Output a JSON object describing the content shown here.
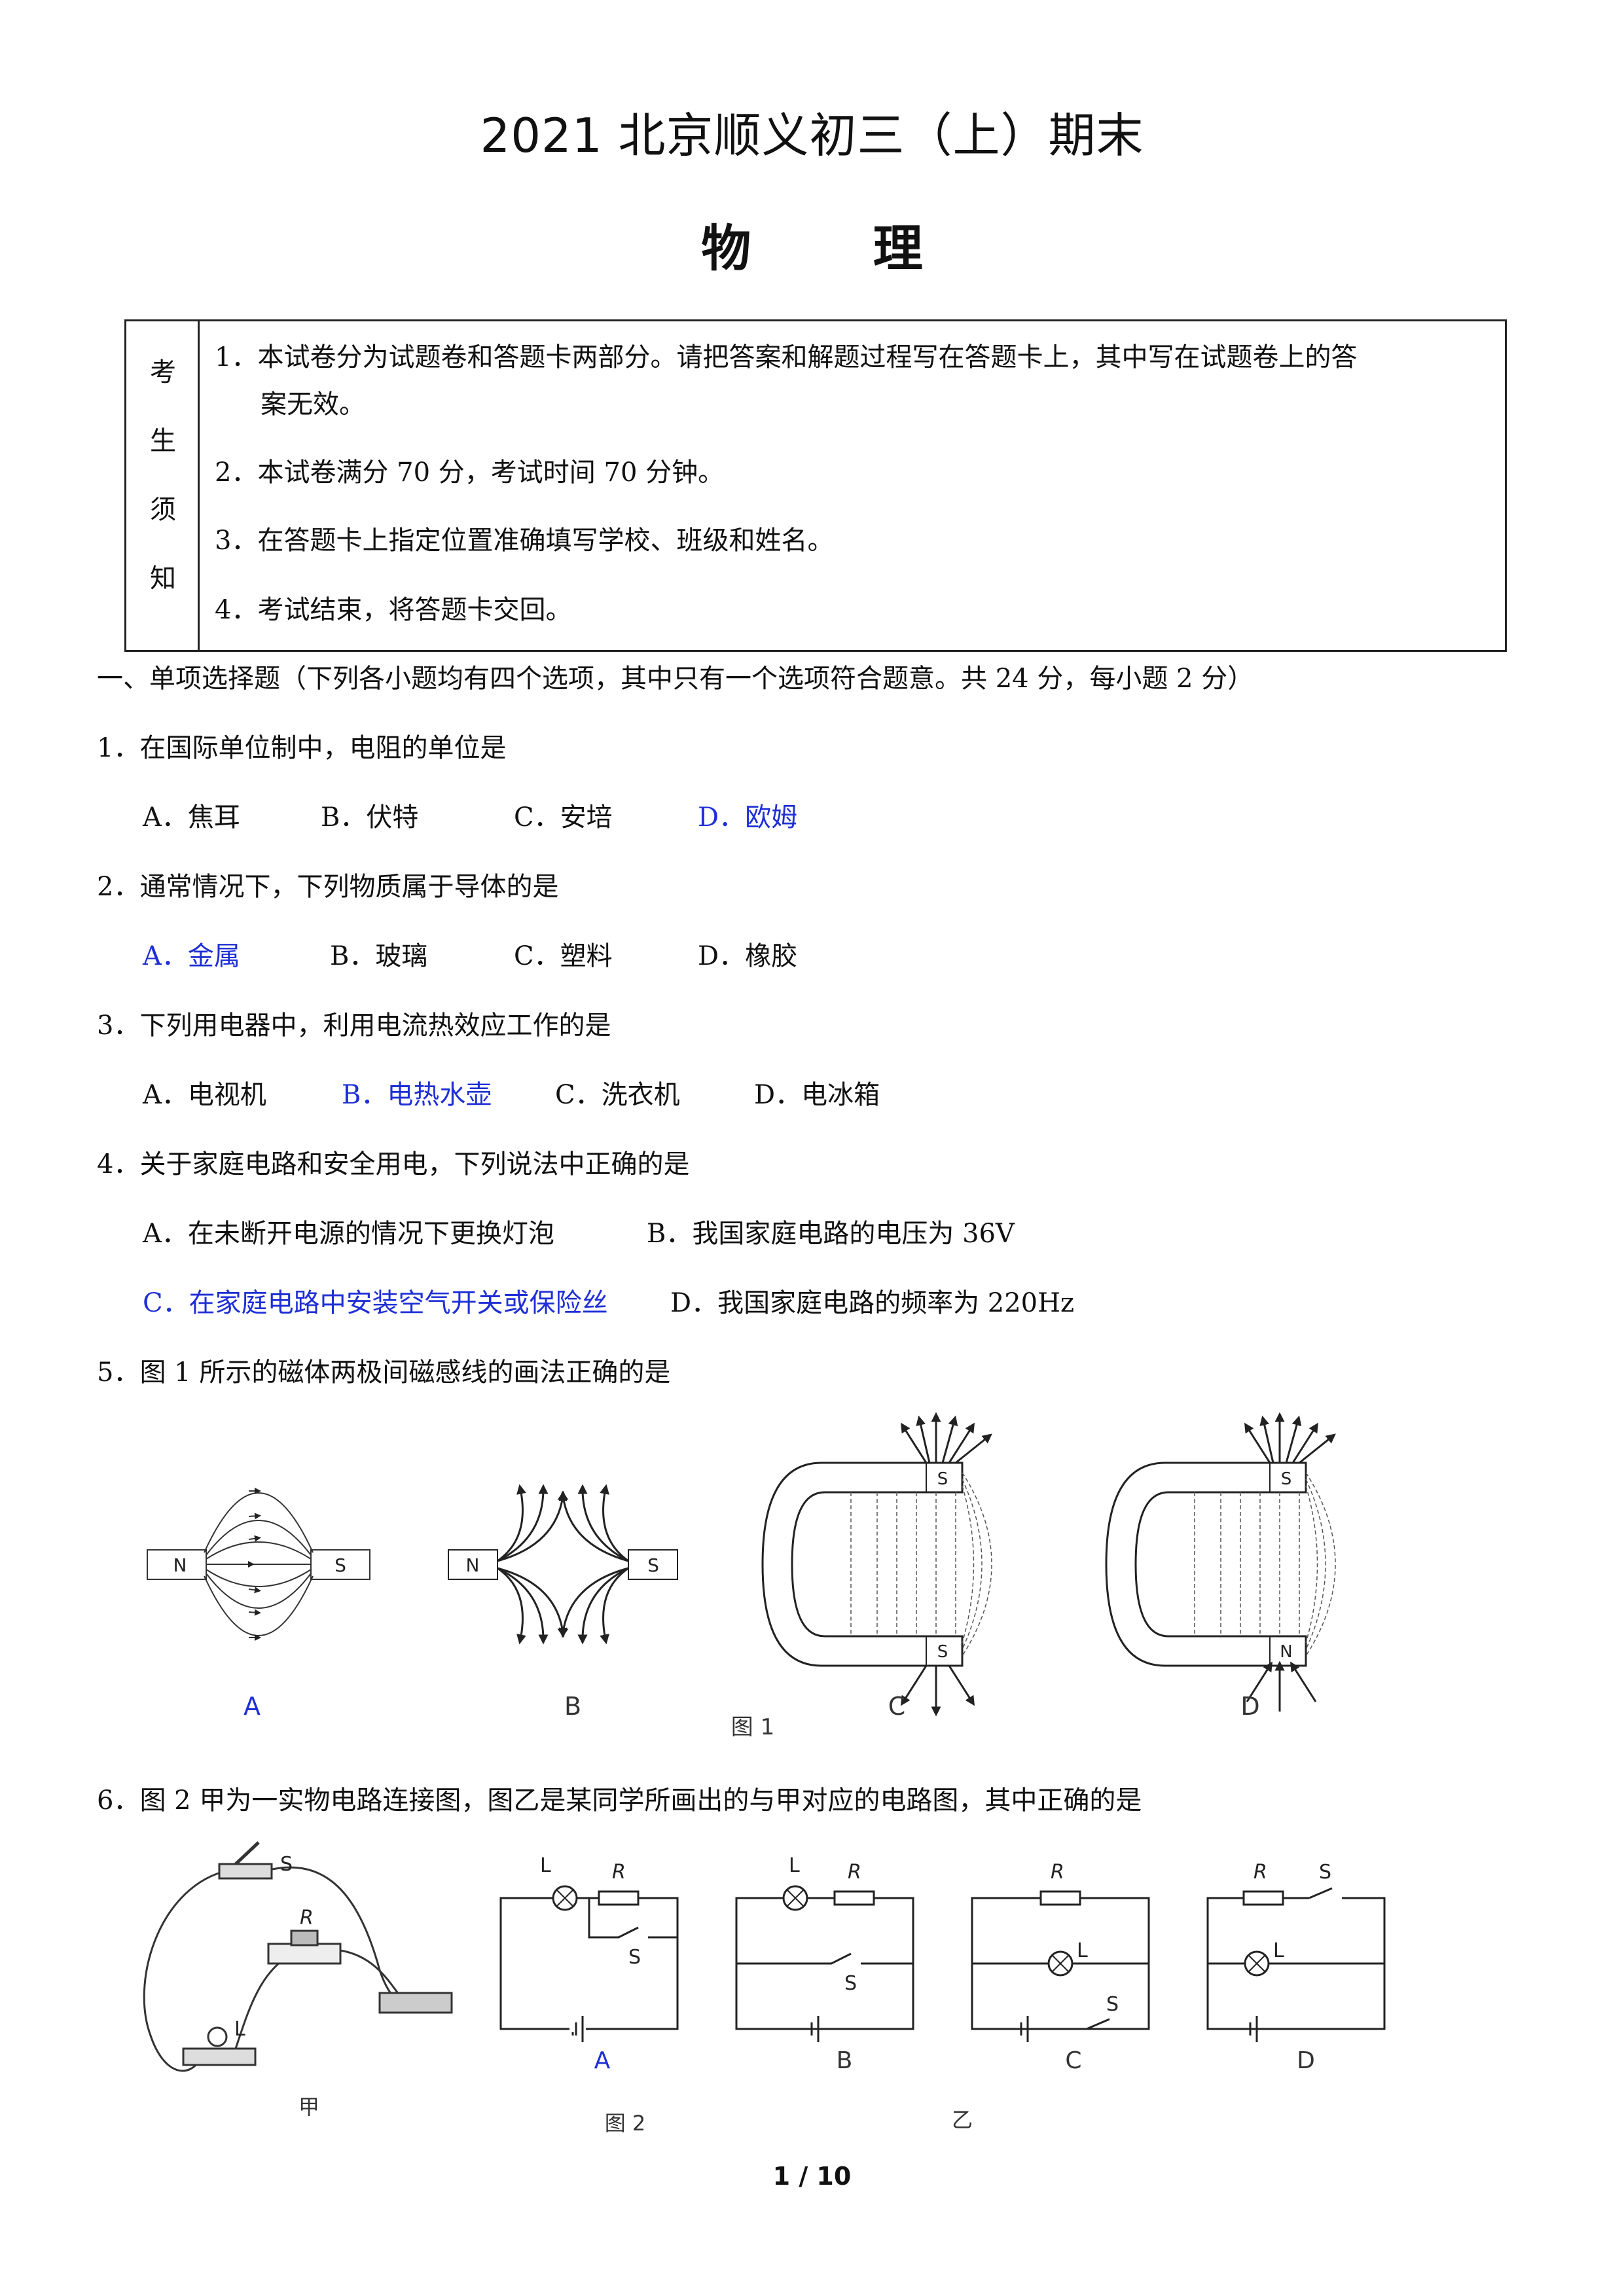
{
  "header": {
    "title": "2021 北京顺义初三（上）期末",
    "subject": "物 理"
  },
  "notice": {
    "heading": [
      "考",
      "生",
      "须",
      "知"
    ],
    "items": [
      "1．本试卷分为试题卷和答题卡两部分。请把答案和解题过程写在答题卡上，其中写在试题卷上的答",
      "案无效。",
      "2．本试卷满分 70 分，考试时间 70 分钟。",
      "3．在答题卡上指定位置准确填写学校、班级和姓名。",
      "4．考试结束，将答题卡交回。"
    ]
  },
  "section1": {
    "title": "一、单项选择题（下列各小题均有四个选项，其中只有一个选项符合题意。共 24 分，每小题 2 分）"
  },
  "questions": [
    {
      "stem": "1．在国际单位制中，电阻的单位是",
      "options": [
        "A．焦耳",
        "B．伏特",
        "C．安培",
        "D．欧姆"
      ],
      "answer_index": 3
    },
    {
      "stem": "2．通常情况下，下列物质属于导体的是",
      "options": [
        "A．金属",
        "B．玻璃",
        "C．塑料",
        "D．橡胶"
      ],
      "answer_index": 0
    },
    {
      "stem": "3．下列用电器中，利用电流热效应工作的是",
      "options": [
        "A．电视机",
        "B．电热水壶",
        "C．洗衣机",
        "D．电冰箱"
      ],
      "answer_index": 1
    },
    {
      "stem": "4．关于家庭电路和安全用电，下列说法中正确的是",
      "options": [
        "A．在未断开电源的情况下更换灯泡",
        "B．我国家庭电路的电压为 36V",
        "C．在家庭电路中安装空气开关或保险丝",
        "D．我国家庭电路的频率为 220Hz"
      ],
      "answer_index": 2
    },
    {
      "stem": "5．图 1 所示的磁体两极间磁感线的画法正确的是"
    },
    {
      "stem": "6．图 2 甲为一实物电路连接图，图乙是某同学所画出的与甲对应的电路图，其中正确的是"
    }
  ],
  "figure1": {
    "caption": "图 1",
    "panel_labels": [
      "A",
      "B",
      "C",
      "D"
    ],
    "pole_labels": {
      "A": [
        "N",
        "S"
      ],
      "B": [
        "N",
        "S"
      ],
      "C": [
        "S",
        "S"
      ],
      "D": [
        "S",
        "N"
      ]
    }
  },
  "figure2": {
    "caption": "图 2",
    "left_label": "甲",
    "right_label": "乙",
    "panel_labels": [
      "A",
      "B",
      "C",
      "D"
    ],
    "component_labels": {
      "switch": "S",
      "resistor": "R",
      "lamp": "L"
    }
  },
  "footer": {
    "page": "1 / 10"
  },
  "colors": {
    "answer": "#1f2fd6",
    "text": "#111111",
    "border": "#222222"
  }
}
